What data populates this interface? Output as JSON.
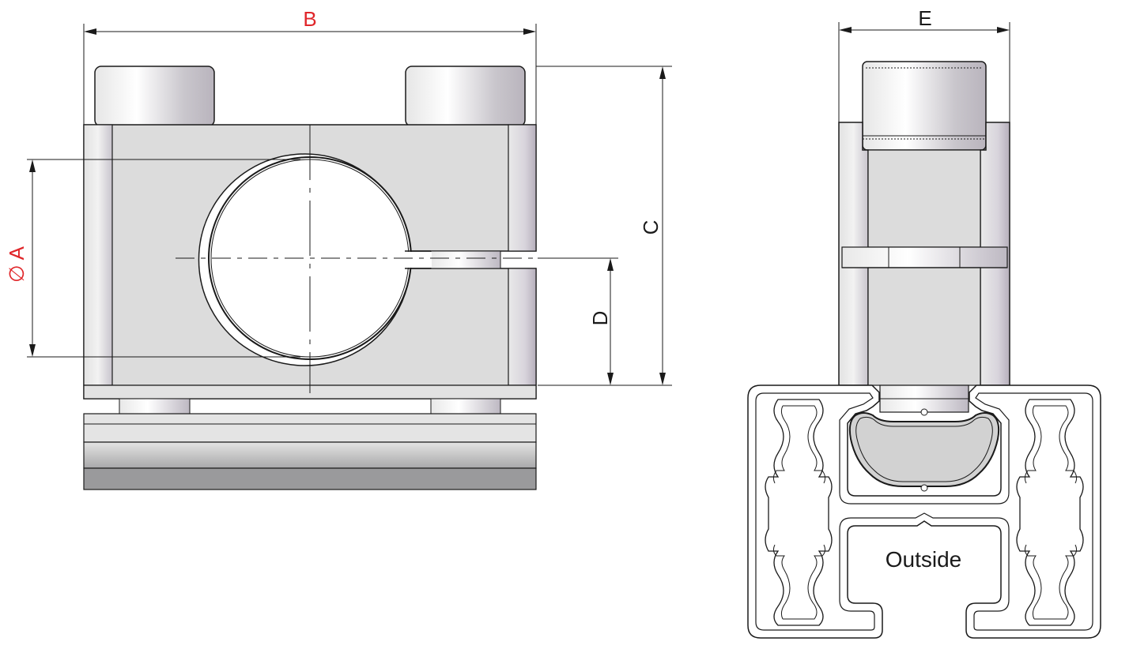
{
  "labels": {
    "dim_b": "B",
    "dim_c": "C",
    "dim_d": "D",
    "dim_e": "E",
    "dim_a_symbol": "∅",
    "dim_a": "A",
    "outside": "Outside"
  },
  "colors": {
    "accent_red": "#e0262a",
    "line": "#1a1a1a",
    "body_fill": "#dcdcdc",
    "end_fill": "#cfccd2",
    "base_dark": "#9a9a9c",
    "base_light": "#d8d8d8"
  }
}
